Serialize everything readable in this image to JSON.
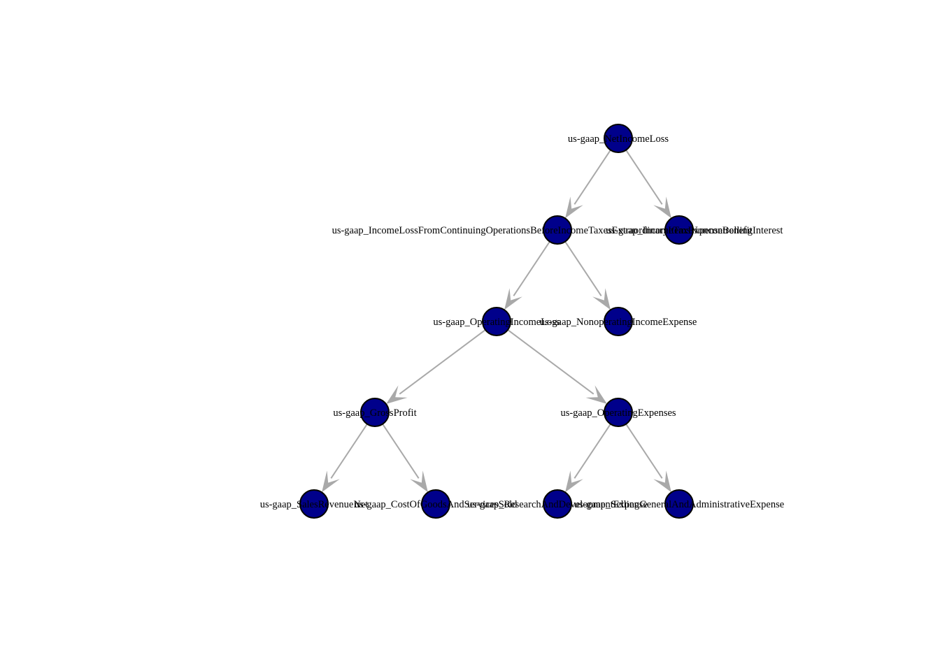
{
  "diagram": {
    "type": "directed-tree",
    "colors": {
      "node_fill": "#00008b",
      "node_stroke": "#000000",
      "edge": "#a9a9a9",
      "label": "#000000"
    },
    "nodes": [
      {
        "id": "net",
        "label": "us-gaap_NetIncomeLoss"
      },
      {
        "id": "cont",
        "label": "us-gaap_IncomeLossFromContinuingOperationsBeforeIncomeTaxesExtraordinaryItemsNoncontrollingInterest"
      },
      {
        "id": "tax",
        "label": "us-gaap_IncomeTaxExpenseBenefit"
      },
      {
        "id": "opinc",
        "label": "us-gaap_OperatingIncomeLoss"
      },
      {
        "id": "nonop",
        "label": "us-gaap_NonoperatingIncomeExpense"
      },
      {
        "id": "gross",
        "label": "us-gaap_GrossProfit"
      },
      {
        "id": "opex",
        "label": "us-gaap_OperatingExpenses"
      },
      {
        "id": "sales",
        "label": "us-gaap_SalesRevenueNet"
      },
      {
        "id": "cogs",
        "label": "us-gaap_CostOfGoodsAndServicesSold"
      },
      {
        "id": "rd",
        "label": "us-gaap_ResearchAndDevelopmentExpense"
      },
      {
        "id": "sga",
        "label": "us-gaap_SellingGeneralAndAdministrativeExpense"
      }
    ],
    "edges": [
      {
        "from": "net",
        "to": "cont"
      },
      {
        "from": "net",
        "to": "tax"
      },
      {
        "from": "cont",
        "to": "opinc"
      },
      {
        "from": "cont",
        "to": "nonop"
      },
      {
        "from": "opinc",
        "to": "gross"
      },
      {
        "from": "opinc",
        "to": "opex"
      },
      {
        "from": "gross",
        "to": "sales"
      },
      {
        "from": "gross",
        "to": "cogs"
      },
      {
        "from": "opex",
        "to": "rd"
      },
      {
        "from": "opex",
        "to": "sga"
      }
    ]
  }
}
